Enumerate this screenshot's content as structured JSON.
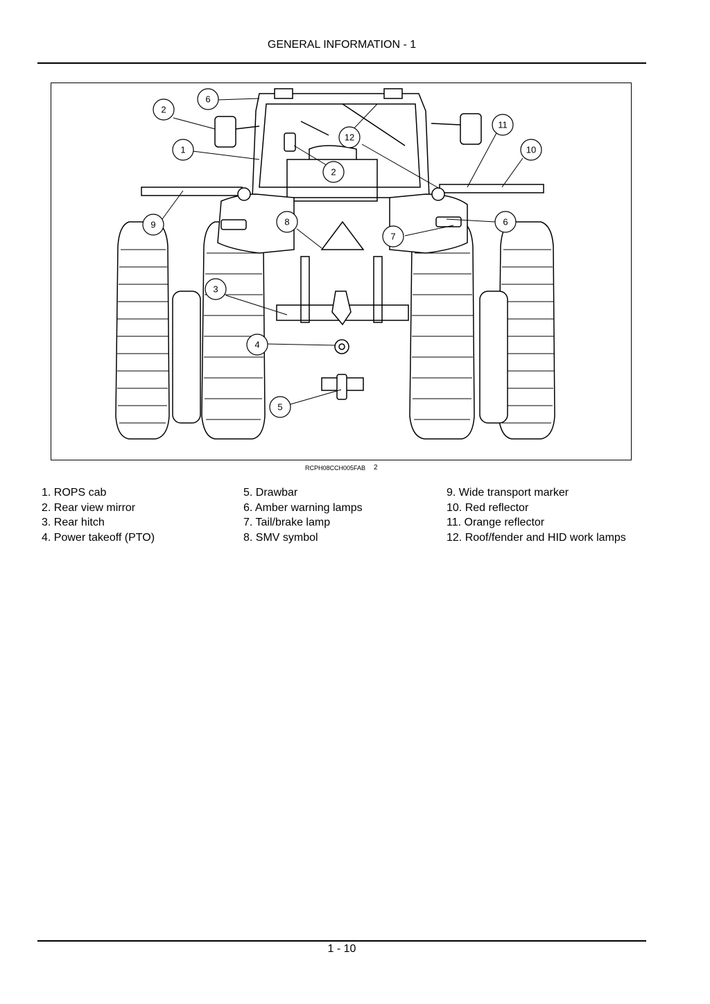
{
  "header": {
    "title": "GENERAL INFORMATION - 1"
  },
  "figure": {
    "code": "RCPH08CCH005FAB",
    "number": "2",
    "callouts": [
      "6",
      "2",
      "1",
      "12",
      "2",
      "11",
      "10",
      "9",
      "8",
      "7",
      "6",
      "3",
      "4",
      "5"
    ]
  },
  "legend": {
    "col1": [
      "1.  ROPS cab",
      "2.  Rear view mirror",
      "3.  Rear hitch",
      "4.  Power takeoff (PTO)"
    ],
    "col2": [
      "5.  Drawbar",
      "6.  Amber warning lamps",
      "7.  Tail/brake lamp",
      "8.  SMV symbol"
    ],
    "col3": [
      "9.  Wide transport marker",
      "10.  Red reflector",
      "11.  Orange reflector",
      "12.  Roof/fender and HID work lamps"
    ]
  },
  "footer": {
    "page_number": "1 - 10"
  }
}
